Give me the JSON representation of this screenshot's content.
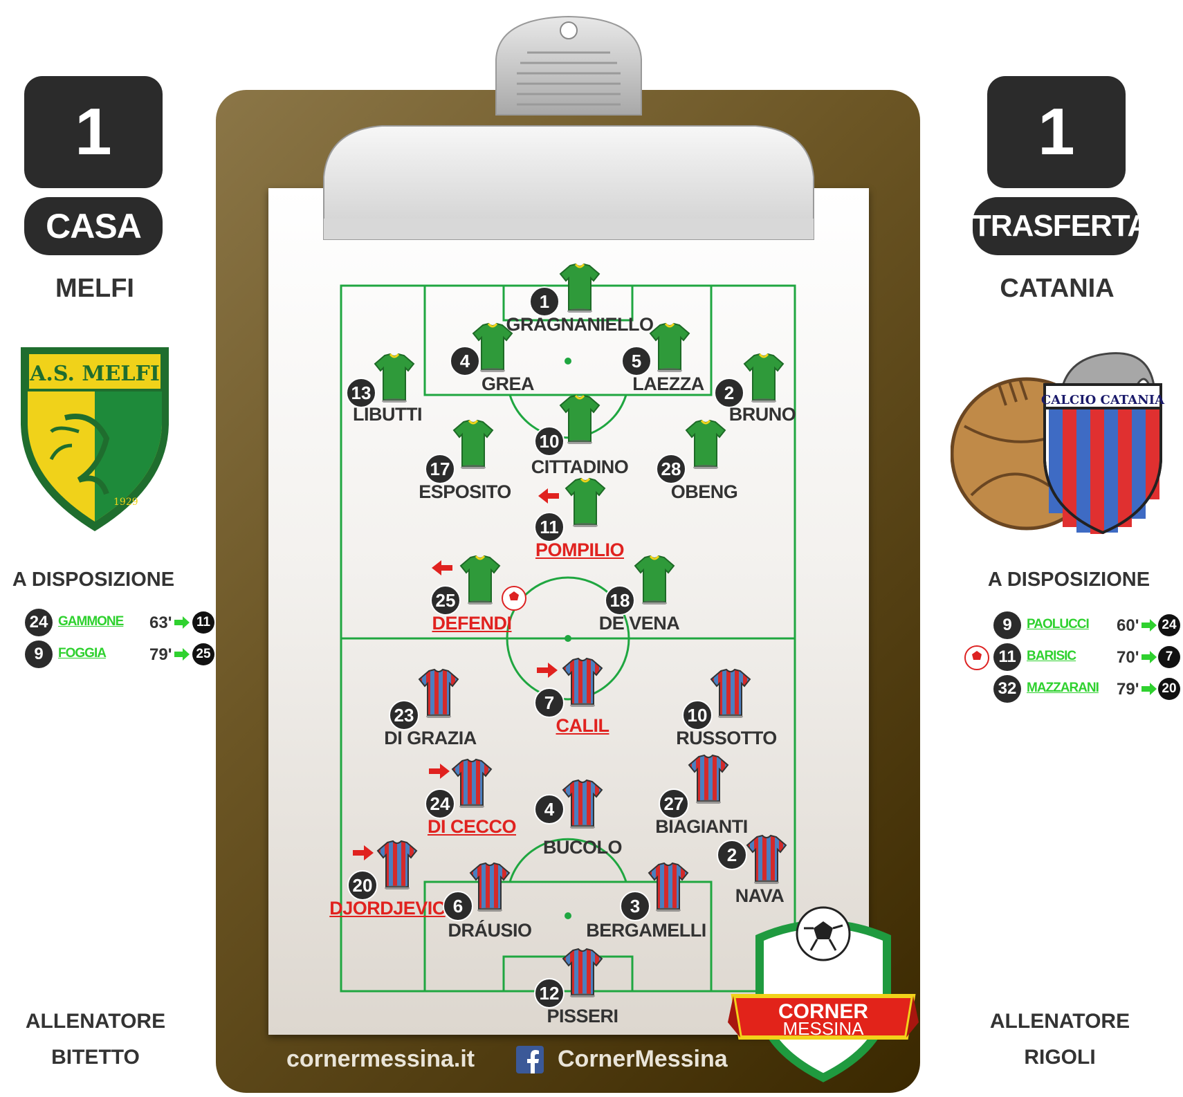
{
  "home": {
    "score": "1",
    "side": "CASA",
    "team": "MELFI",
    "crest_text": "A.S. MELFI",
    "crest_year": "1929",
    "bench_title": "A DISPOSIZIONE",
    "bench": [
      {
        "number": "24",
        "name": "GAMMONE",
        "minute": "63'",
        "replaced": "11"
      },
      {
        "number": "9",
        "name": "FOGGIA",
        "minute": "79'",
        "replaced": "25"
      }
    ],
    "coach_label": "ALLENATORE",
    "coach": "BITETTO",
    "colors": {
      "shirt": "#2f9a3a",
      "crest_yellow": "#f0d21a",
      "crest_green": "#1e8a3a"
    }
  },
  "away": {
    "score": "1",
    "side": "TRASFERTA",
    "team": "CATANIA",
    "crest_text": "CALCIO CATANIA",
    "bench_title": "A DISPOSIZIONE",
    "bench": [
      {
        "number": "9",
        "name": "PAOLUCCI",
        "minute": "60'",
        "replaced": "24",
        "goal": false
      },
      {
        "number": "11",
        "name": "BARISIC",
        "minute": "70'",
        "replaced": "7",
        "goal": true
      },
      {
        "number": "32",
        "name": "MAZZARANI",
        "minute": "79'",
        "replaced": "20",
        "goal": false
      }
    ],
    "coach_label": "ALLENATORE",
    "coach": "RIGOLI",
    "colors": {
      "shirt_red": "#d42a2a",
      "shirt_blue": "#4a7fc0"
    }
  },
  "home_players": [
    {
      "number": "1",
      "name": "GRAGNANIELLO",
      "sub": false
    },
    {
      "number": "4",
      "name": "GREA",
      "sub": false
    },
    {
      "number": "5",
      "name": "LAEZZA",
      "sub": false
    },
    {
      "number": "13",
      "name": "LIBUTTI",
      "sub": false
    },
    {
      "number": "2",
      "name": "BRUNO",
      "sub": false
    },
    {
      "number": "10",
      "name": "CITTADINO",
      "sub": false
    },
    {
      "number": "17",
      "name": "ESPOSITO",
      "sub": false
    },
    {
      "number": "28",
      "name": "OBENG",
      "sub": false
    },
    {
      "number": "11",
      "name": "POMPILIO",
      "sub": true
    },
    {
      "number": "25",
      "name": "DEFENDI",
      "sub": true,
      "goal": true
    },
    {
      "number": "18",
      "name": "DE VENA",
      "sub": false
    }
  ],
  "away_players": [
    {
      "number": "7",
      "name": "CALIL",
      "sub": true
    },
    {
      "number": "23",
      "name": "DI GRAZIA",
      "sub": false
    },
    {
      "number": "10",
      "name": "RUSSOTTO",
      "sub": false
    },
    {
      "number": "24",
      "name": "DI CECCO",
      "sub": true
    },
    {
      "number": "4",
      "name": "BUCOLO",
      "sub": false
    },
    {
      "number": "27",
      "name": "BIAGIANTI",
      "sub": false
    },
    {
      "number": "20",
      "name": "DJORDJEVIC",
      "sub": true
    },
    {
      "number": "2",
      "name": "NAVA",
      "sub": false
    },
    {
      "number": "6",
      "name": "DRÁUSIO",
      "sub": false
    },
    {
      "number": "3",
      "name": "BERGAMELLI",
      "sub": false
    },
    {
      "number": "12",
      "name": "PISSERI",
      "sub": false
    }
  ],
  "footer": {
    "site": "cornermessina.it",
    "facebook": "CornerMessina",
    "logo_top": "CORNER",
    "logo_bottom": "MESSINA"
  },
  "colors": {
    "pitch_line": "#1fa640",
    "sub_red": "#e0221f",
    "sub_green": "#2fd12f",
    "pill": "#2b2b2b"
  }
}
